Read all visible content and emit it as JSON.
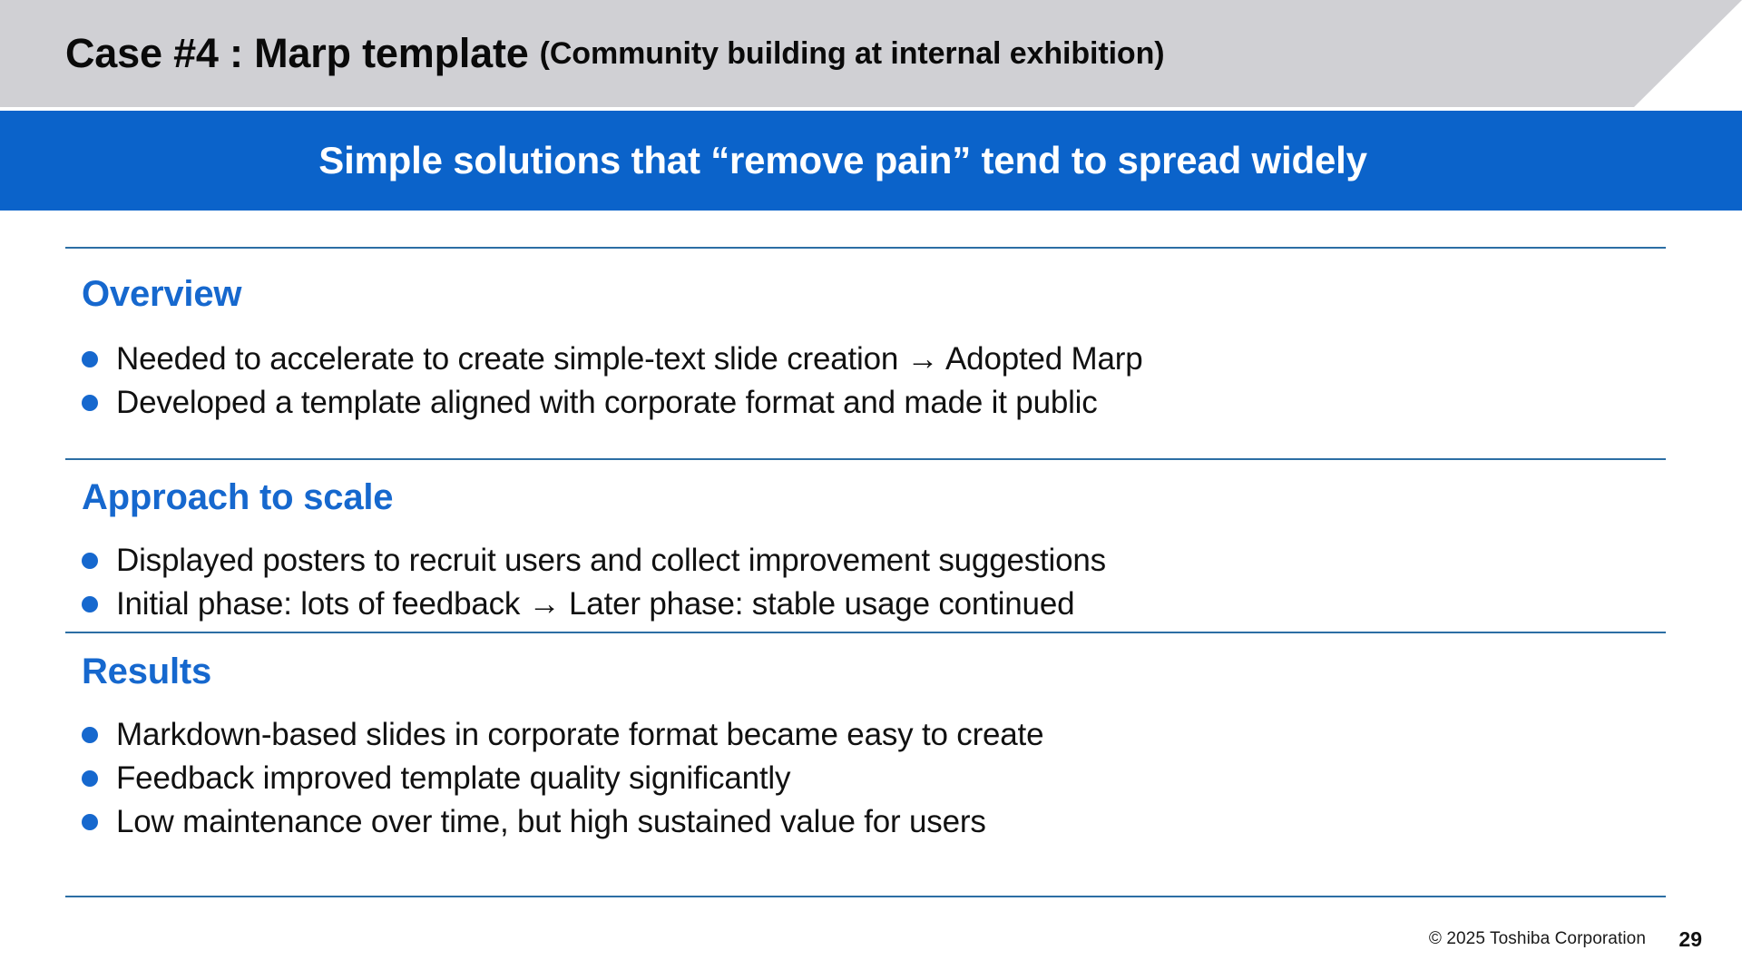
{
  "slide": {
    "header": {
      "title_main": "Case #4 : Marp template",
      "title_parenthetical": "(Community building at internal exhibition)",
      "band_color": "#d0d0d4"
    },
    "subtitle": {
      "text": "Simple solutions that “remove pain” tend to spread widely",
      "band_color": "#0b63ca",
      "text_color": "#ffffff"
    },
    "accent_color": "#1668ce",
    "rule_color": "#2c6ea4",
    "sections": [
      {
        "heading": "Overview",
        "bullets": [
          "Needed to accelerate to create simple-text slide creation → Adopted Marp",
          "Developed a template aligned with corporate format and made it public"
        ]
      },
      {
        "heading": "Approach to scale",
        "bullets": [
          "Displayed posters to recruit users and collect improvement suggestions",
          "Initial phase: lots of feedback → Later phase: stable usage continued"
        ]
      },
      {
        "heading": "Results",
        "bullets": [
          "Markdown-based slides in corporate format became easy to create",
          "Feedback improved template quality significantly",
          "Low maintenance over time, but high sustained value for users"
        ]
      }
    ],
    "footer": {
      "copyright": "© 2025 Toshiba Corporation",
      "page_number": "29"
    }
  }
}
